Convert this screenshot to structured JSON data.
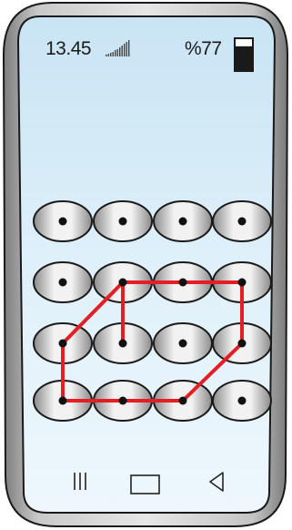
{
  "status_bar": {
    "time": "13.45",
    "signal_icon": "signal-bars-icon",
    "battery_percent": "%77",
    "battery_level": 0.77,
    "battery_icon": "battery-icon"
  },
  "pattern_lock": {
    "rows": 4,
    "cols": 4,
    "selected_path": [
      [
        2,
        1
      ],
      [
        1,
        1
      ],
      [
        1,
        2
      ],
      [
        1,
        3
      ],
      [
        2,
        3
      ],
      [
        3,
        2
      ],
      [
        3,
        1
      ],
      [
        3,
        0
      ],
      [
        2,
        0
      ],
      [
        1,
        1
      ]
    ],
    "line_color": "#e31e24"
  },
  "nav_bar": {
    "recents_icon": "recents-icon",
    "home_icon": "home-icon",
    "back_icon": "back-icon"
  },
  "colors": {
    "screen_top": "#c9e4f4",
    "screen_bottom": "#eef7fd",
    "bezel": "#9a9a9a"
  }
}
